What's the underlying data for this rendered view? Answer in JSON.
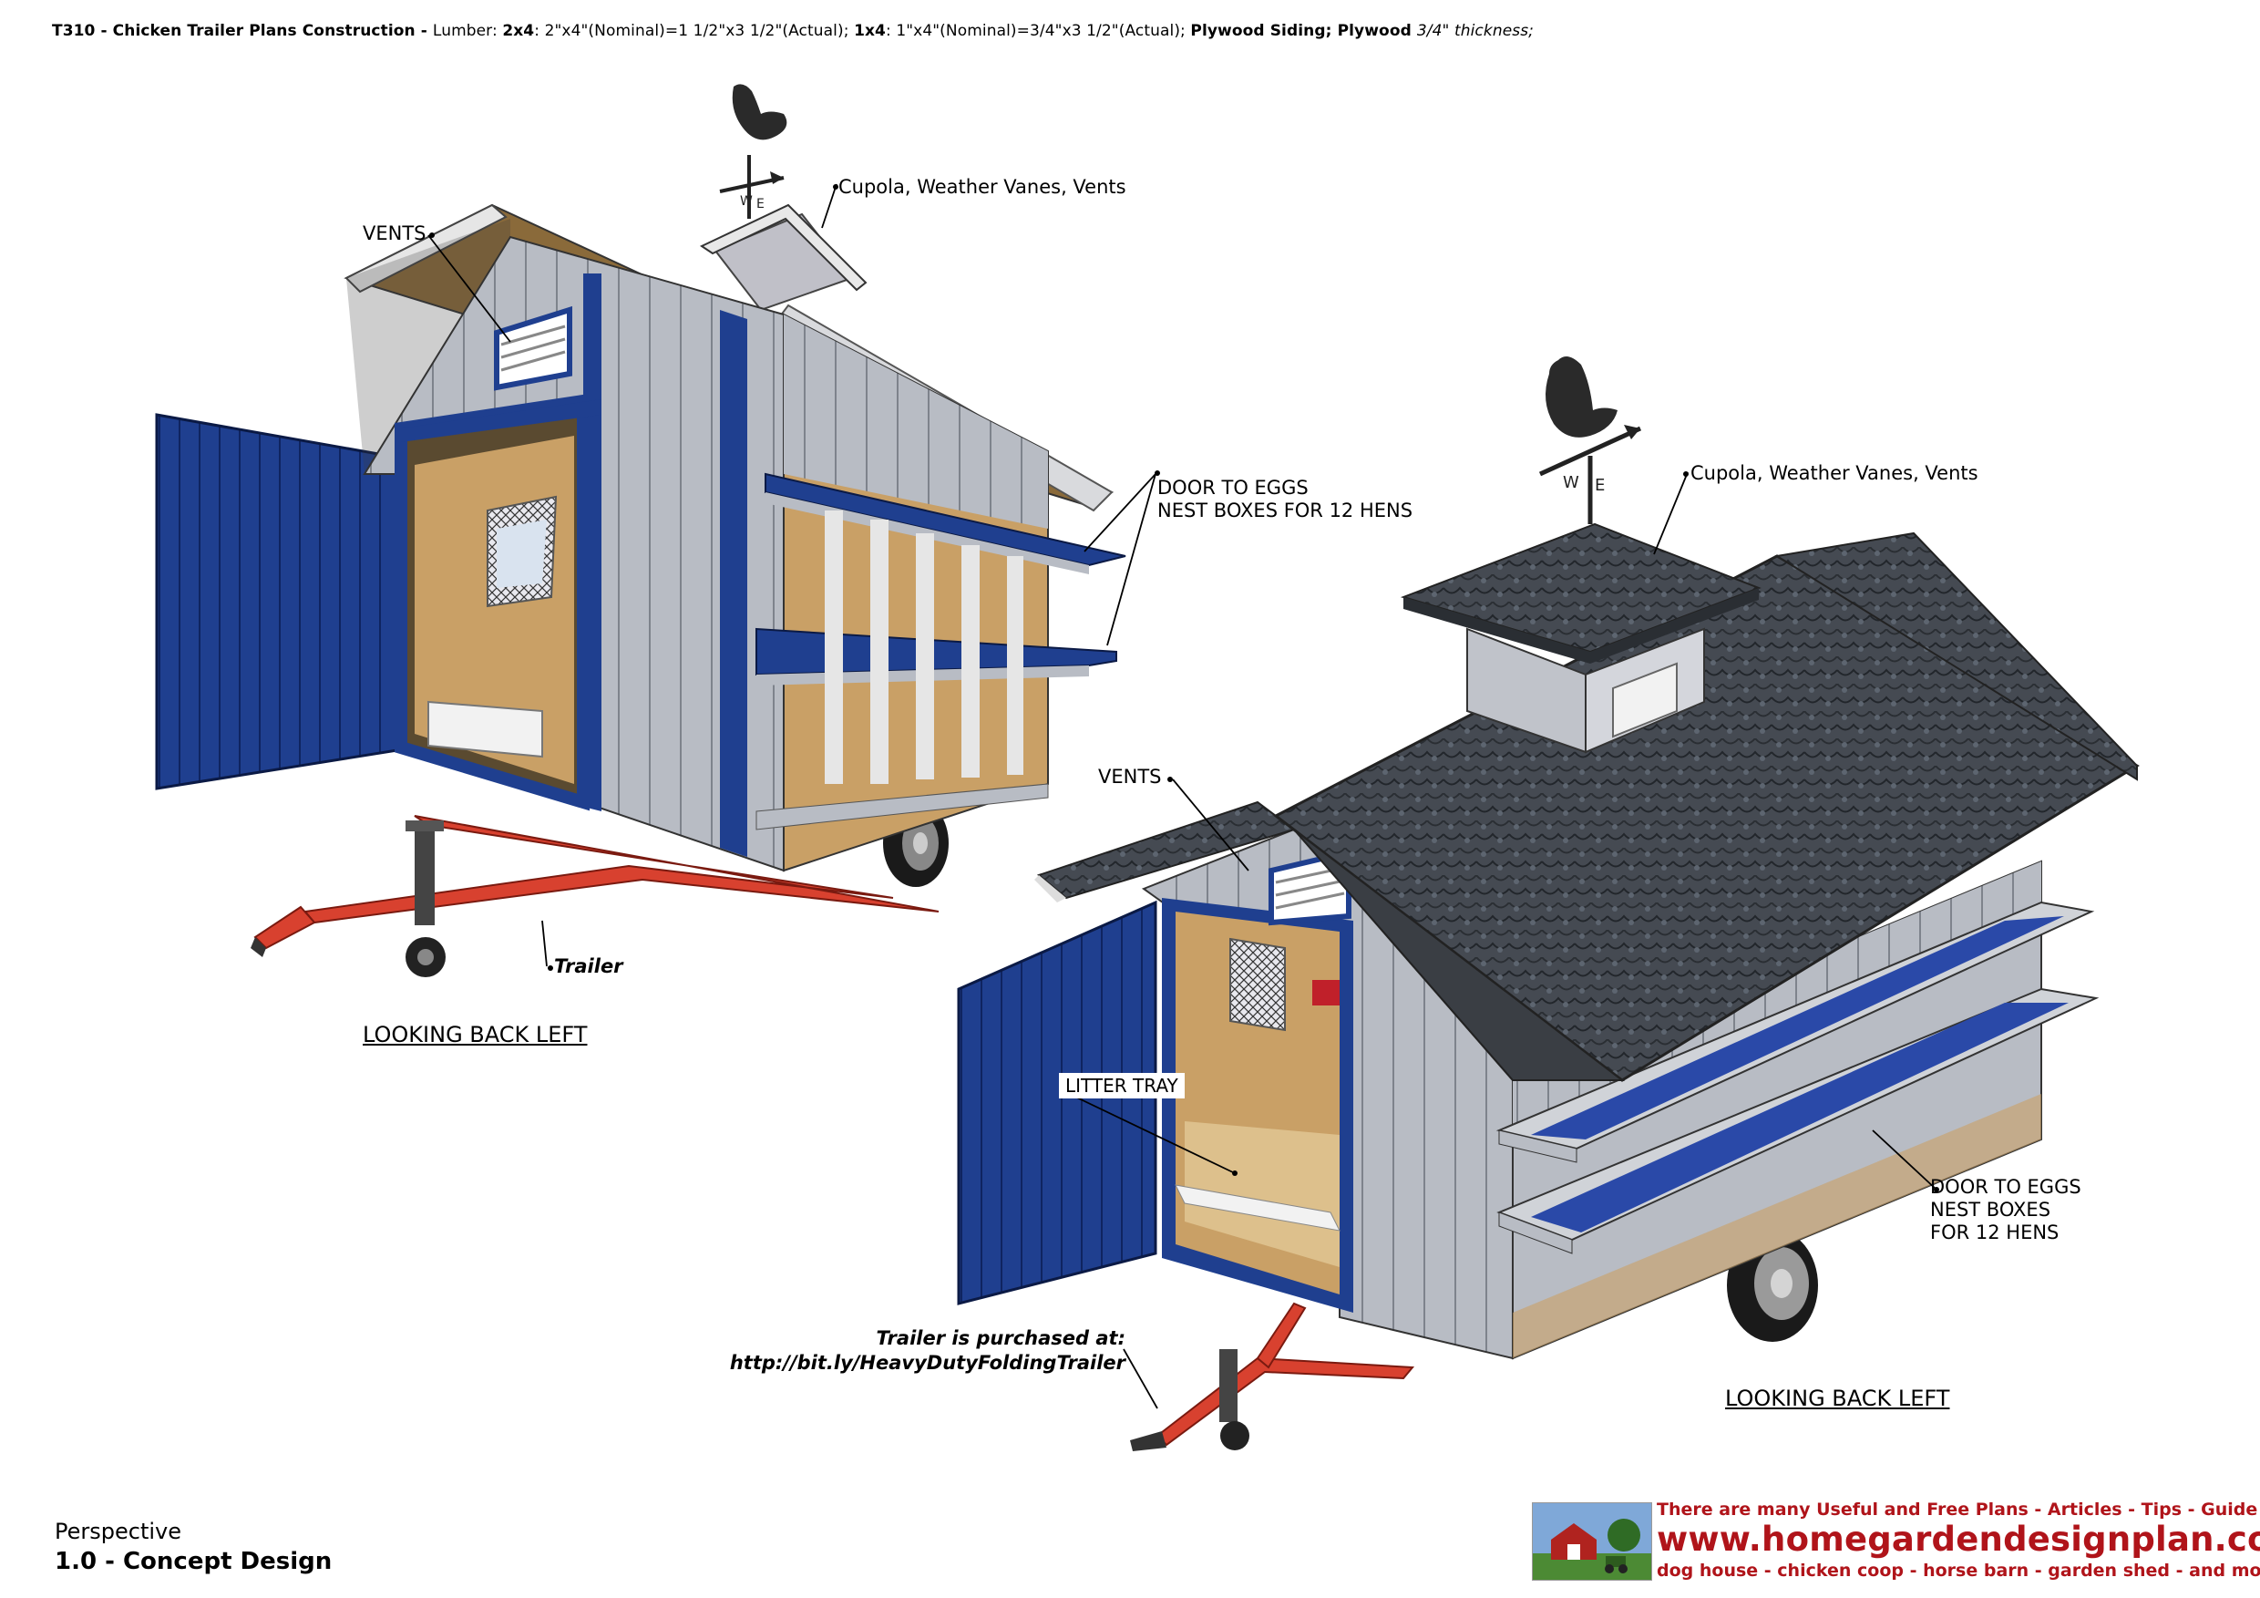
{
  "header": {
    "code": "T310 - Chicken Trailer Plans Construction - ",
    "lumber_prefix": "Lumber: ",
    "lumber_2x4": "2x4",
    "lumber_2x4_spec": ": 2\"x4\"(Nominal)=1 1/2\"x3 1/2\"(Actual); ",
    "lumber_1x4": "1x4",
    "lumber_1x4_spec": ": 1\"x4\"(Nominal)=3/4\"x3 1/2\"(Actual); ",
    "siding": "Plywood Siding; Plywood ",
    "thickness": "3/4\" thickness;"
  },
  "left_view": {
    "vents": "VENTS",
    "cupola": "Cupola, Weather Vanes, Vents",
    "door_eggs_1": "DOOR TO EGGS",
    "door_eggs_2": "NEST BOXES FOR 12 HENS",
    "trailer": "Trailer",
    "caption": "LOOKING BACK LEFT"
  },
  "right_view": {
    "vents": "VENTS",
    "cupola": "Cupola, Weather Vanes, Vents",
    "litter_tray": "LITTER TRAY",
    "door_eggs_1": "DOOR TO EGGS",
    "door_eggs_2": "NEST BOXES",
    "door_eggs_3": "FOR 12 HENS",
    "trailer_note_1": "Trailer is purchased at:",
    "trailer_note_2": "http://bit.ly/HeavyDutyFoldingTrailer",
    "caption": "LOOKING BACK LEFT"
  },
  "footer": {
    "subtitle": "Perspective",
    "title": "1.0 - Concept Design"
  },
  "ad": {
    "line1": "There are many Useful and Free Plans - Articles - Tips - Guide at:",
    "line2": "www.homegardendesignplan.com",
    "line3": "dog house - chicken coop - horse barn - garden shed - and more"
  },
  "colors": {
    "blue_trim": "#1f3f8f",
    "siding_gray": "#b8bcc4",
    "roof_shingle": "#3b3f45",
    "trailer_red": "#d8412f",
    "plywood": "#c9a066",
    "ad_red": "#b0141a"
  }
}
